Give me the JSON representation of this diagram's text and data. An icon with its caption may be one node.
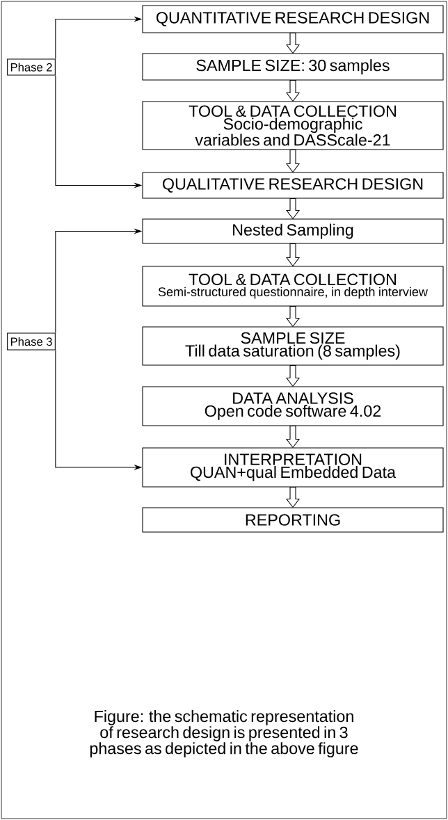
{
  "diagram": {
    "caption": "Figure: the schematic representation of research design is presented in 3 phases as depicted in the above figure",
    "nodes": [
      {
        "text": [
          "QUANTITATIVE RESEARCH DESIGN"
        ]
      },
      {
        "text": [
          "SAMPLE SIZE: 30 samples"
        ]
      },
      {
        "text": [
          "TOOL & DATA COLLECTION",
          "Socio-demographic variables and DASScale-21"
        ]
      },
      {
        "text": [
          "QUALITATIVE RESEARCH DESIGN"
        ]
      },
      {
        "text": [
          "Nested Sampling"
        ]
      },
      {
        "text": [
          "TOOL & DATA COLLECTION",
          "Semi-structured questionnaire, in depth interview"
        ]
      },
      {
        "text": [
          "SAMPLE SIZE",
          "Till data saturation (8 samples)"
        ]
      },
      {
        "text": [
          "DATA ANALYSIS",
          "Open code software 4.02"
        ]
      },
      {
        "text": [
          "INTERPRETATION",
          "QUAN+qual Embedded Data"
        ]
      },
      {
        "text": [
          "REPORTING"
        ]
      },
      {
        "text": [
          "Phase 2"
        ]
      },
      {
        "text": [
          "Phase 3"
        ]
      }
    ],
    "edges": [
      {
        "from": 0,
        "to": 1,
        "arrow": "to"
      },
      {
        "from": 1,
        "to": 2,
        "arrow": "to"
      },
      {
        "from": 2,
        "to": 3,
        "arrow": "to"
      },
      {
        "from": 3,
        "to": 4,
        "arrow": "to"
      },
      {
        "from": 4,
        "to": 5,
        "arrow": "to"
      },
      {
        "from": 5,
        "to": 6,
        "arrow": "to"
      },
      {
        "from": 6,
        "to": 7,
        "arrow": "to"
      },
      {
        "from": 7,
        "to": 8,
        "arrow": "to"
      },
      {
        "from": 8,
        "to": 9,
        "arrow": "to"
      },
      {
        "from": 10,
        "to": 0,
        "arrow": "to"
      },
      {
        "from": 10,
        "to": 3,
        "arrow": "to"
      },
      {
        "from": 11,
        "to": 4,
        "arrow": "to"
      },
      {
        "from": 11,
        "to": 8,
        "arrow": "to"
      }
    ]
  }
}
